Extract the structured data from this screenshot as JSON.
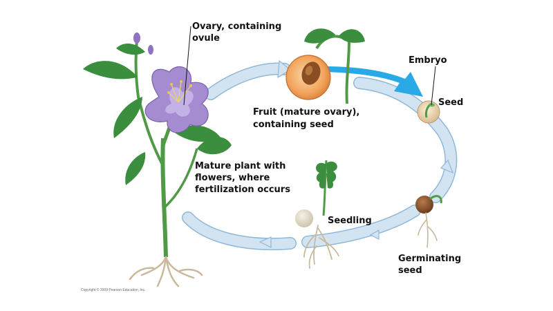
{
  "labels": {
    "ovary": [
      "Ovary, containing",
      "ovule"
    ],
    "fruit": [
      "Fruit (mature ovary),",
      "containing seed"
    ],
    "embryo": "Embryo",
    "seed": "Seed",
    "mature_plant": [
      "Mature plant with",
      "flowers, where",
      "fertilization occurs"
    ],
    "seedling": "Seedling",
    "germinating": [
      "Germinating",
      "seed"
    ]
  },
  "copyright": "Copyright © 2009 Pearson Education, Inc.",
  "colors": {
    "cycle_arrow": "#d2e4f2",
    "cycle_arrow_edge": "#8fb7d8",
    "zoom_arrow": "#29a9e6",
    "petal": "#a58bd0",
    "leaf": "#3b8e3d",
    "stem": "#4e9a45",
    "fruit_flesh": "#f2a25a",
    "pit": "#8a4e22",
    "root": "#c9b89c"
  },
  "icons": [
    "flower-icon",
    "fruit-icon",
    "seed-icon",
    "germinating-seed-icon",
    "seedling-icon"
  ]
}
